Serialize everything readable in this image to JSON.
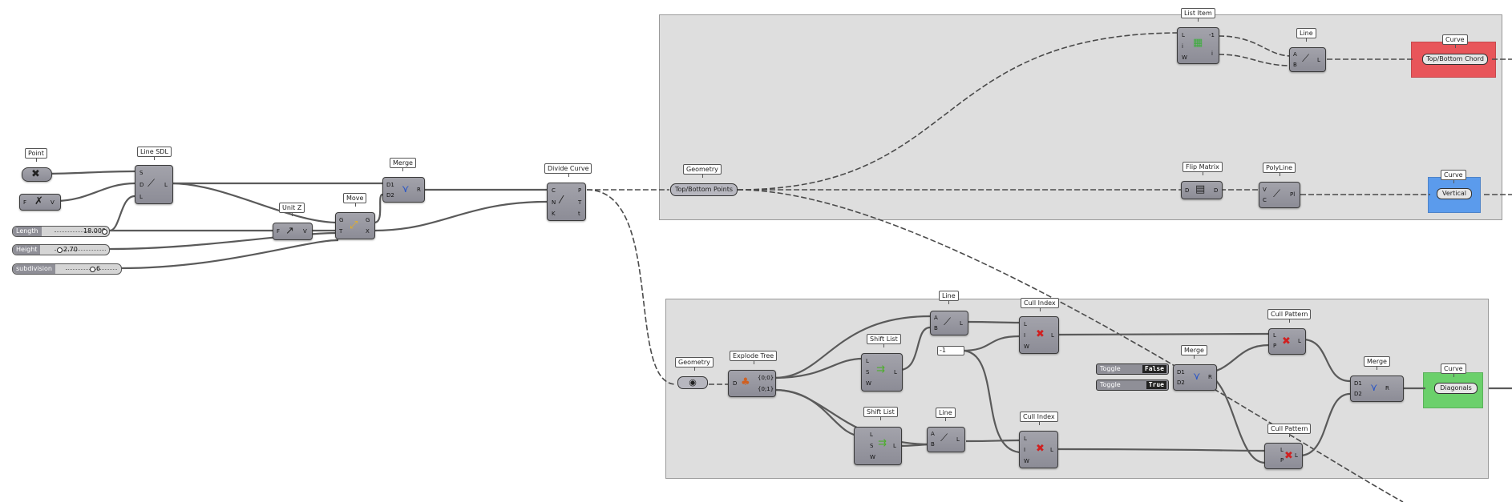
{
  "groups": {
    "top": {
      "name": "top-group"
    },
    "bottom": {
      "name": "bottom-group"
    }
  },
  "colors": {
    "red_curve": "#e8555a",
    "blue_curve": "#5b9bec",
    "green_curve": "#6bd06b"
  },
  "components": {
    "point": {
      "label": "Point"
    },
    "xvector": {
      "label": "",
      "pins": [
        "F",
        "V"
      ]
    },
    "linesdl": {
      "label": "Line SDL",
      "pins_in": [
        "S",
        "D",
        "L"
      ],
      "pins_out": [
        "L"
      ]
    },
    "unitz": {
      "label": "Unit Z",
      "pins_in": [
        "F"
      ],
      "pins_out": [
        "V"
      ]
    },
    "move": {
      "label": "Move",
      "pins_in": [
        "G",
        "T"
      ],
      "pins_out": [
        "G",
        "X"
      ]
    },
    "merge1": {
      "label": "Merge",
      "pins_in": [
        "D1",
        "D2"
      ],
      "pins_out": [
        "R"
      ]
    },
    "divide": {
      "label": "Divide Curve",
      "pins_in": [
        "C",
        "N",
        "K"
      ],
      "pins_out": [
        "P",
        "T",
        "t"
      ]
    },
    "geom_top": {
      "label": "Geometry",
      "value": "Top/Bottom Points"
    },
    "listitem": {
      "label": "List Item",
      "pins_in": [
        "L",
        "i",
        "W"
      ],
      "pins_out": [
        "-1",
        "i"
      ]
    },
    "line_top": {
      "label": "Line",
      "pins_in": [
        "A",
        "B"
      ],
      "pins_out": [
        "L"
      ]
    },
    "curve_red": {
      "label": "Curve",
      "value": "Top/Bottom Chord"
    },
    "flipmatrix": {
      "label": "Flip Matrix",
      "pins_in": [
        "D"
      ],
      "pins_out": [
        "D"
      ]
    },
    "polyline": {
      "label": "PolyLine",
      "pins_in": [
        "V",
        "C"
      ],
      "pins_out": [
        "Pl"
      ]
    },
    "curve_blue": {
      "label": "Curve",
      "value": "Vertical"
    },
    "geom_bottom": {
      "label": "Geometry"
    },
    "explode": {
      "label": "Explode Tree",
      "pins_in": [
        "D"
      ],
      "pins_out": [
        "{0;0}",
        "{0;1}"
      ]
    },
    "shift1": {
      "label": "Shift List",
      "pins_in": [
        "L",
        "S",
        "W"
      ],
      "pins_out": [
        "L"
      ]
    },
    "shift2": {
      "label": "Shift List",
      "pins_in": [
        "L",
        "S",
        "W"
      ],
      "pins_out": [
        "L"
      ]
    },
    "line_b1": {
      "label": "Line",
      "pins_in": [
        "A",
        "B"
      ],
      "pins_out": [
        "L"
      ]
    },
    "line_b2": {
      "label": "Line",
      "pins_in": [
        "A",
        "B"
      ],
      "pins_out": [
        "L"
      ]
    },
    "cull1": {
      "label": "Cull Index",
      "pins_in": [
        "L",
        "I",
        "W"
      ],
      "pins_out": [
        "L"
      ]
    },
    "cull2": {
      "label": "Cull Index",
      "pins_in": [
        "L",
        "I",
        "W"
      ],
      "pins_out": [
        "L"
      ]
    },
    "panel_neg": {
      "value": "-1"
    },
    "merge2": {
      "label": "Merge",
      "pins_in": [
        "D1",
        "D2"
      ],
      "pins_out": [
        "R"
      ]
    },
    "cullpat1": {
      "label": "Cull Pattern",
      "pins_in": [
        "L",
        "P"
      ],
      "pins_out": [
        "L"
      ]
    },
    "cullpat2": {
      "label": "Cull Pattern",
      "pins_in": [
        "L",
        "P"
      ],
      "pins_out": [
        "L"
      ]
    },
    "merge3": {
      "label": "Merge",
      "pins_in": [
        "D1",
        "D2"
      ],
      "pins_out": [
        "R"
      ]
    },
    "curve_green": {
      "label": "Curve",
      "value": "Diagonals"
    }
  },
  "sliders": {
    "length": {
      "label": "Length",
      "value": "18.000",
      "fraction": 0.95
    },
    "height": {
      "label": "Height",
      "value": "2.70",
      "fraction": 0.1
    },
    "subdivision": {
      "label": "subdivision",
      "value": "6",
      "fraction": 0.5
    }
  },
  "toggles": {
    "t1": {
      "label": "Toggle",
      "value": "False"
    },
    "t2": {
      "label": "Toggle",
      "value": "True"
    }
  }
}
